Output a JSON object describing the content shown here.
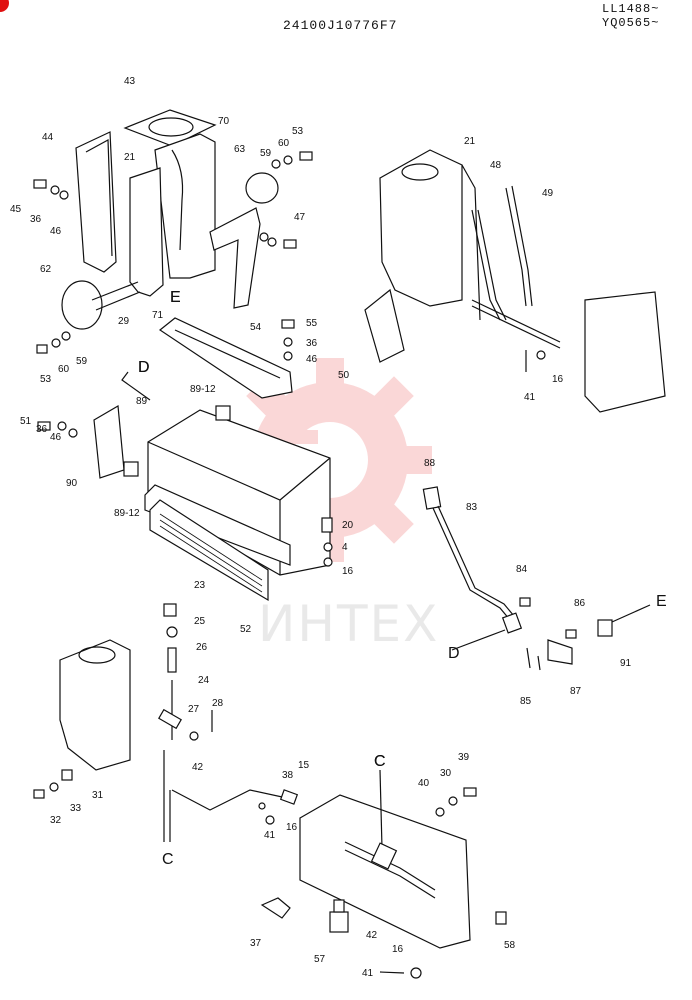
{
  "header": {
    "title": "24100J10776F7",
    "serial_lines": [
      "LL1488~",
      "YQ0565~"
    ]
  },
  "watermark": {
    "text": "ИНТЕХ",
    "color": "#e94d4d"
  },
  "section_letters": [
    "D",
    "E",
    "C"
  ],
  "callouts": [
    "43",
    "70",
    "44",
    "21",
    "63",
    "59",
    "60",
    "53",
    "45",
    "36",
    "46",
    "47",
    "62",
    "29",
    "71",
    "E",
    "21",
    "48",
    "49",
    "54",
    "55",
    "36",
    "46",
    "53",
    "60",
    "59",
    "50",
    "16",
    "41",
    "D",
    "89-12",
    "89",
    "51",
    "36",
    "46",
    "90",
    "89-12",
    "20",
    "4",
    "16",
    "88",
    "83",
    "23",
    "25",
    "52",
    "26",
    "24",
    "27",
    "28",
    "42",
    "84",
    "86",
    "E",
    "D",
    "91",
    "87",
    "85",
    "C",
    "38",
    "15",
    "39",
    "40",
    "30",
    "31",
    "32",
    "33",
    "41",
    "16",
    "C",
    "42",
    "37",
    "57",
    "58",
    "16",
    "41"
  ]
}
